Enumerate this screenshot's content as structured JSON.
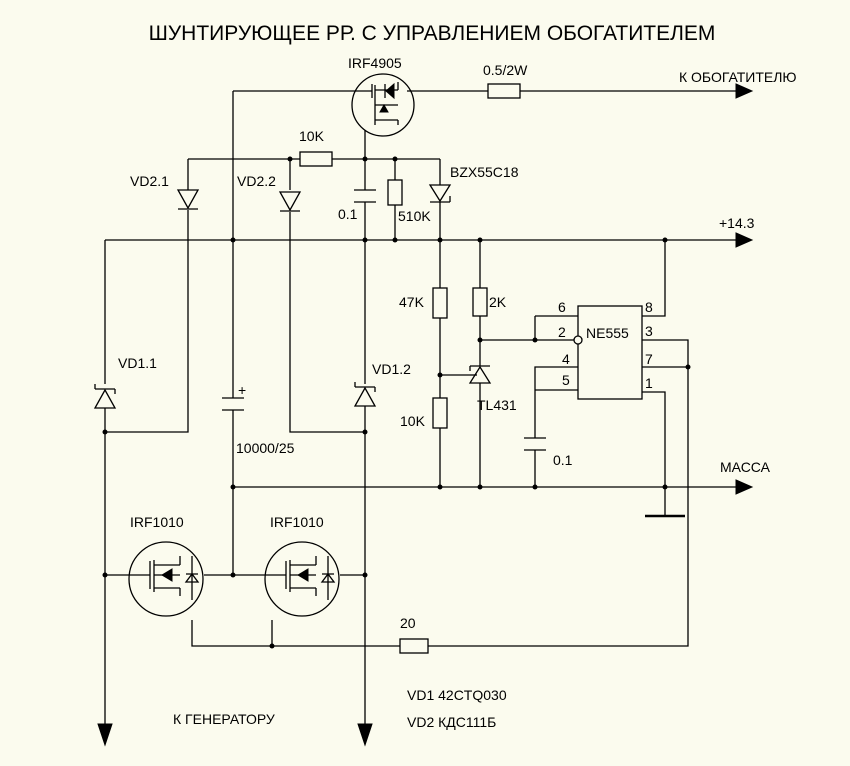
{
  "title": "ШУНТИРУЮЩЕЕ РР. С УПРАВЛЕНИЕМ ОБОГАТИТЕЛЕМ",
  "colors": {
    "background": "#fbfbee",
    "ink": "#000000"
  },
  "components": {
    "q_top": "IRF4905",
    "r_series": "0.5/2W",
    "r_gate": "10K",
    "zener_top": "BZX55C18",
    "vd21": "VD2.1",
    "vd22": "VD2.2",
    "c_gate": "0.1",
    "r_510": "510K",
    "r_47": "47K",
    "r_2k": "2K",
    "r_10k_lower": "10K",
    "vd11": "VD1.1",
    "vd12": "VD1.2",
    "tl431": "TL431",
    "c_big": "10000/25",
    "c_timer": "0.1",
    "ic": "NE555",
    "q_low_left": "IRF1010",
    "q_low_right": "IRF1010",
    "r_20": "20"
  },
  "ic_pins": [
    "6",
    "2",
    "4",
    "5",
    "8",
    "3",
    "7",
    "1"
  ],
  "cap_polarity": "+",
  "nets": {
    "out_enricher": "К ОБОГАТИТЕЛЮ",
    "supply": "+14.3",
    "ground": "МАССА",
    "generator": "К ГЕНЕРАТОРУ"
  },
  "notes": {
    "vd1": "VD1 42CTQ030",
    "vd2": "VD2 КДС111Б"
  }
}
